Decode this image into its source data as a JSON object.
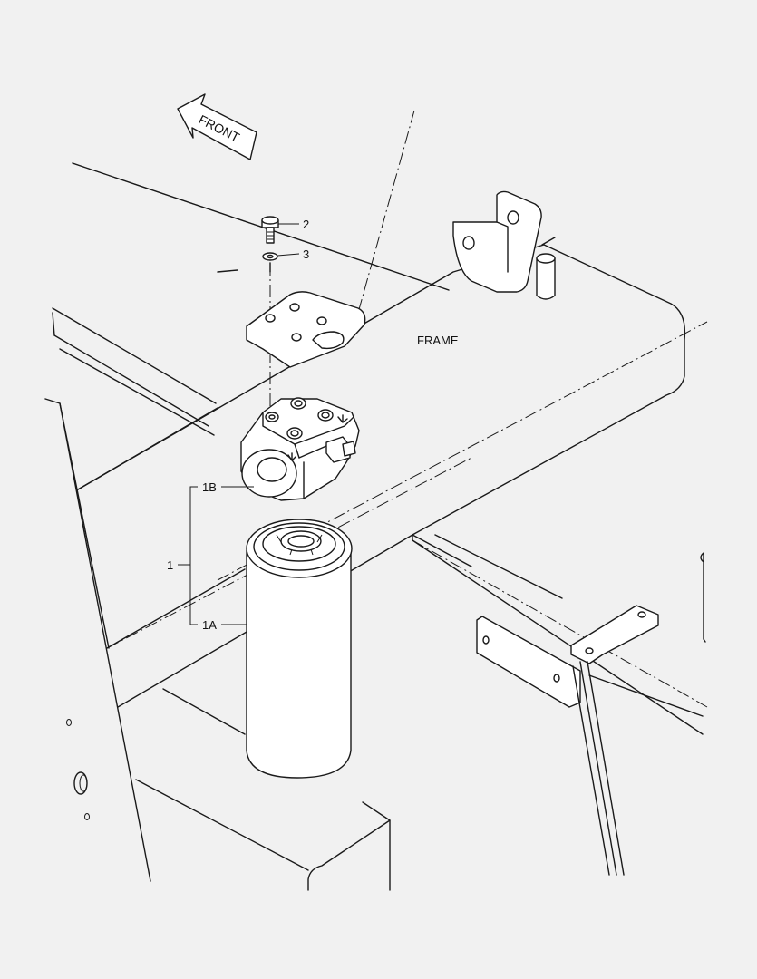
{
  "diagram": {
    "front_label": "FRONT",
    "frame_label": "FRAME",
    "callouts": {
      "bolt": "2",
      "washer": "3",
      "filter_assembly": "1",
      "filter_head": "1B",
      "filter_element": "1A"
    }
  },
  "colors": {
    "background": "#f1f1f1",
    "line": "#1a1a1a"
  }
}
